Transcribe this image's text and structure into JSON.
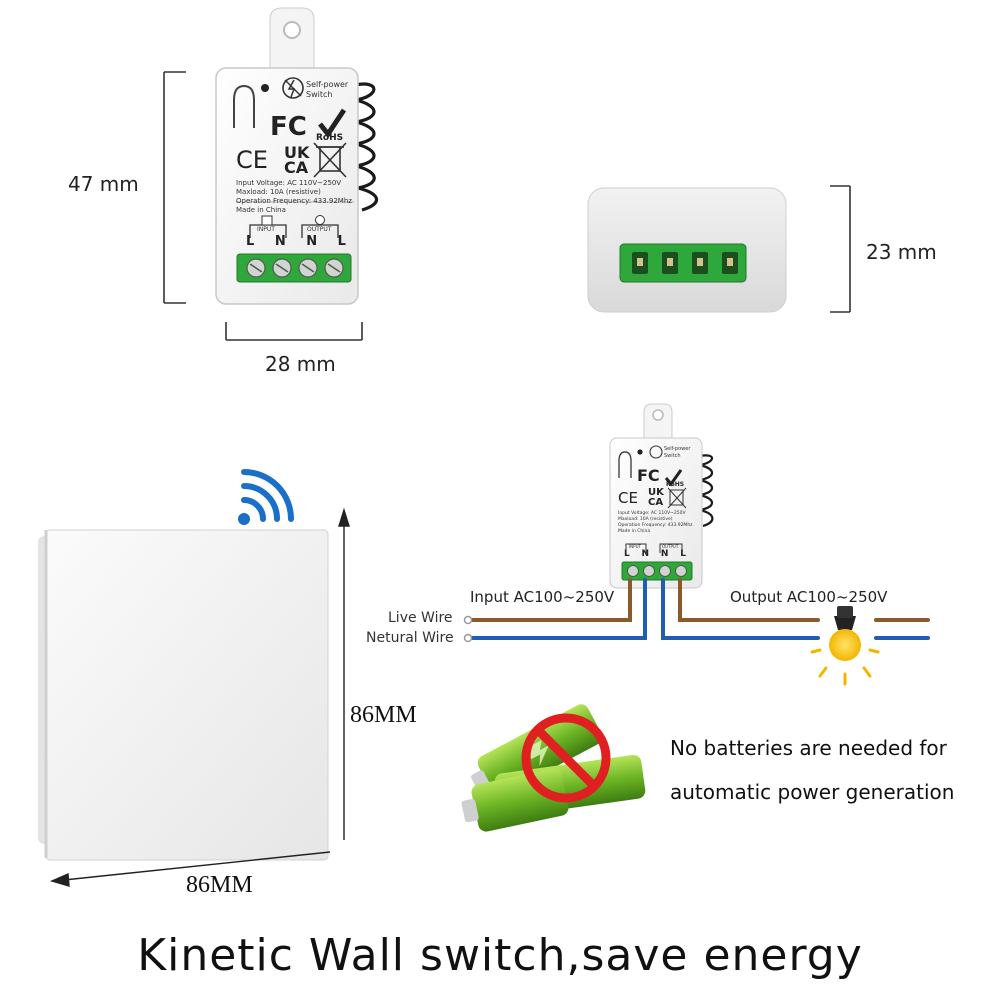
{
  "dimensions": {
    "height": "47 mm",
    "width": "28 mm",
    "depth": "23 mm",
    "switch_height": "86MM",
    "switch_width": "86MM"
  },
  "module": {
    "label": "Self-power\nSwitch",
    "cert_fc": "FC",
    "cert_rohs": "RoHS",
    "cert_ce": "CE",
    "cert_ukca": "UK\nCA",
    "spec_voltage": "Input Voltage: AC 110V~250V",
    "spec_maxload": "Maxload: 10A (resistive)",
    "spec_frequency": "Operation Frequency: 433.92Mhz",
    "spec_origin": "Made in China",
    "input_label": "INPUT",
    "output_label": "OUTPUT",
    "terminals": [
      "L",
      "N",
      "N",
      "L"
    ]
  },
  "wiring": {
    "input_label": "Input AC100~250V",
    "output_label": "Output AC100~250V",
    "live_wire": "Live Wire",
    "neutral_wire": "Netural Wire"
  },
  "battery_claim": {
    "line1": "No batteries are needed for",
    "line2": "automatic power generation"
  },
  "tagline": "Kinetic Wall switch,save energy",
  "colors": {
    "terminal_green": "#2fa83b",
    "live_wire": "#8a5a2b",
    "neutral_wire": "#1f5fb0",
    "wifi_blue": "#1a6fc8",
    "bulb_yellow": "#f5c21a",
    "battery_green": "#7cc22c",
    "prohibit_red": "#e02020"
  },
  "icons": [
    "wifi-icon",
    "light-bulb-icon",
    "no-battery-icon",
    "recycle-bin-icon",
    "checkmark-icon",
    "lamp-icon",
    "lightning-icon"
  ]
}
